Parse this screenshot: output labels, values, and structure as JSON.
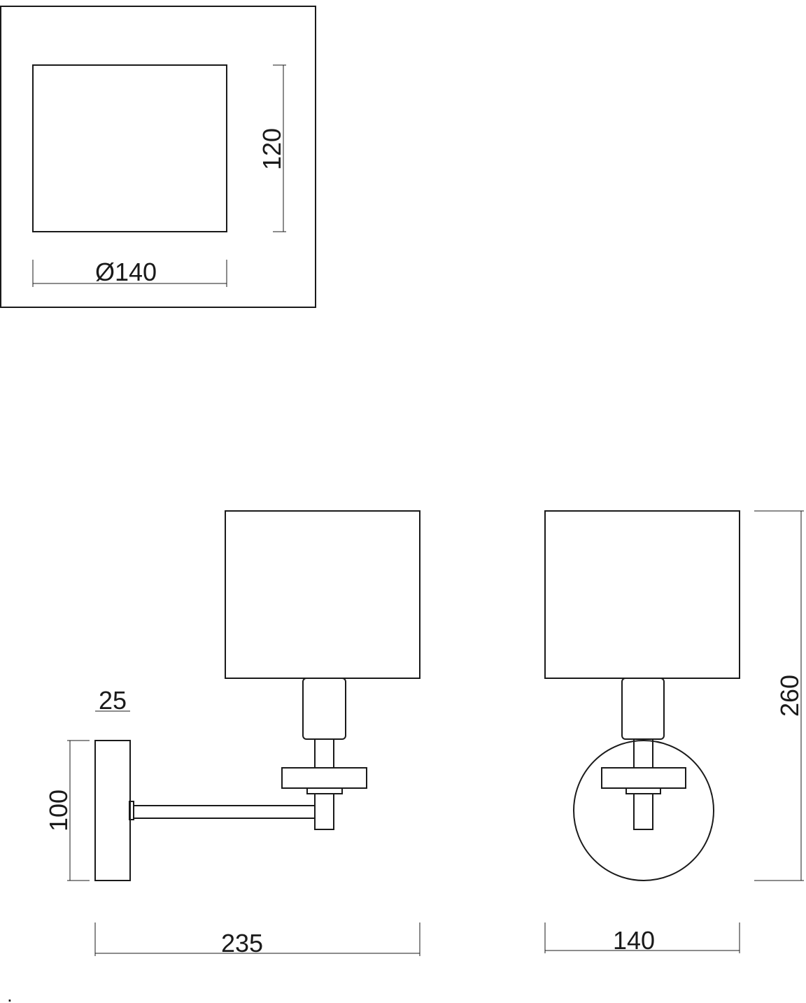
{
  "top_view": {
    "dim_height": "120",
    "dim_diameter": "Ø140"
  },
  "side_view": {
    "dim_base_depth": "25",
    "dim_base_height": "100",
    "dim_total_depth": "235"
  },
  "front_view": {
    "dim_total_height": "260",
    "dim_width": "140"
  },
  "footer": {
    "mark": "."
  }
}
